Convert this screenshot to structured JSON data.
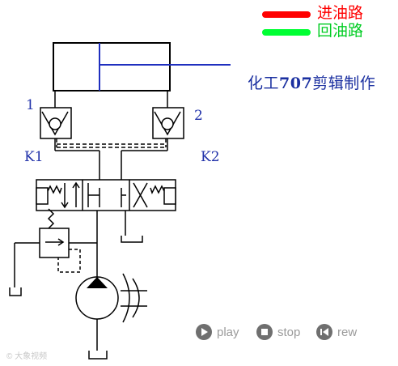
{
  "legend": {
    "supply_label": "进油路",
    "return_label": "回油路",
    "supply_color": "#ff0000",
    "return_color": "#00ff33"
  },
  "labels": {
    "port1": "1",
    "port2": "2",
    "k1": "K1",
    "k2": "K2"
  },
  "credit": {
    "prefix": "化工",
    "number": "707",
    "suffix": "剪辑制作"
  },
  "controls": {
    "play_label": "play",
    "stop_label": "stop",
    "rew_label": "rew",
    "play_icon": "play-icon",
    "stop_icon": "stop-icon",
    "rew_icon": "rewind-icon"
  },
  "watermark": "© 大象视频"
}
